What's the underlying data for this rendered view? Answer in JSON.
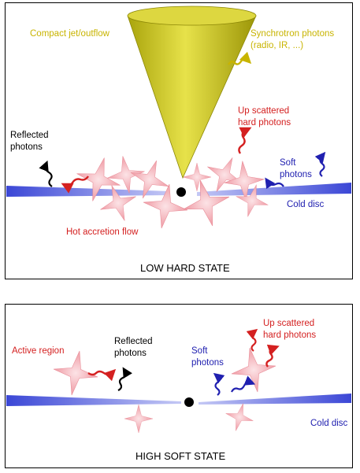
{
  "colors": {
    "jet": "#c8c21a",
    "jet_text": "#c8b400",
    "red_text": "#d42020",
    "blue_text": "#2020b0",
    "black_text": "#000000",
    "disc": "#4a55d8",
    "star": "#f3a7ae",
    "panel_border": "#000000"
  },
  "top_panel": {
    "state_title": "LOW HARD STATE",
    "jet_label": "Compact jet/outflow",
    "synchrotron_label": [
      "Synchrotron photons",
      "(radio, IR, ...)"
    ],
    "upscattered_label": [
      "Up scattered",
      "hard photons"
    ],
    "reflected_label": [
      "Reflected",
      "photons"
    ],
    "soft_label": [
      "Soft",
      "photons"
    ],
    "disc_label": "Cold  disc",
    "flow_label": "Hot accretion flow"
  },
  "bottom_panel": {
    "state_title": "HIGH SOFT STATE",
    "active_label": "Active region",
    "reflected_label": [
      "Reflected",
      "photons"
    ],
    "soft_label": [
      "Soft",
      "photons"
    ],
    "upscattered_label": [
      "Up scattered",
      "hard photons"
    ],
    "disc_label": "Cold disc"
  }
}
